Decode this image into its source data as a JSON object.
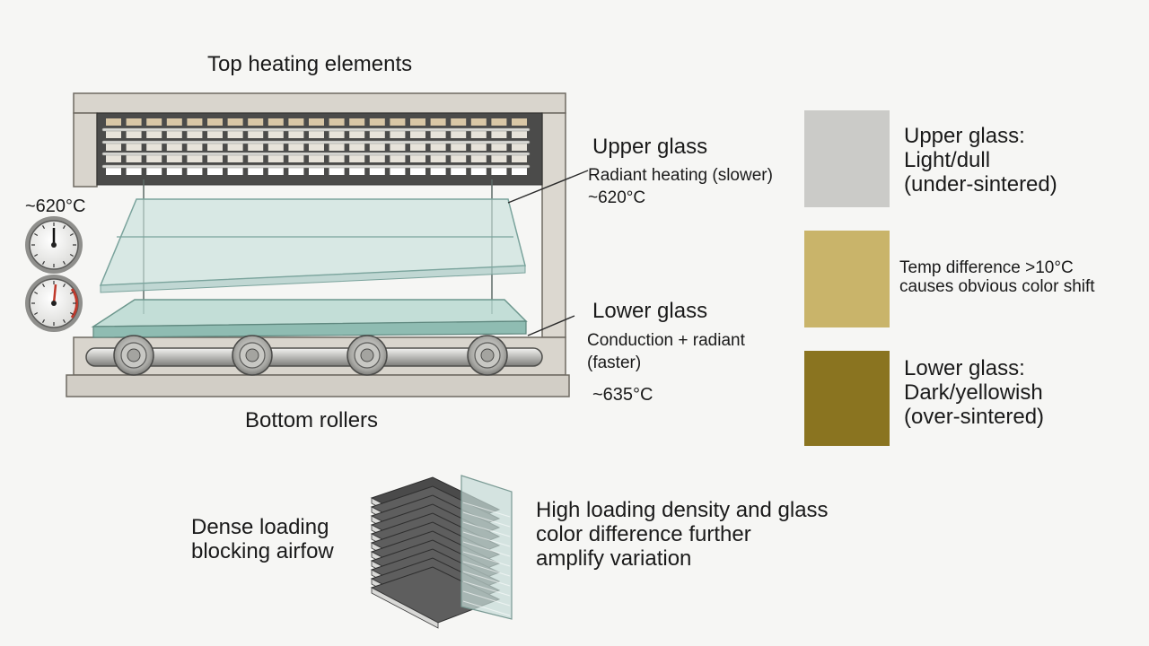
{
  "labels": {
    "top_heating": "Top heating elements",
    "bottom_rollers": "Bottom rollers",
    "temp_left": "~620°C",
    "upper_glass_title": "Upper glass",
    "upper_glass_desc": "Radiant heating (slower)",
    "upper_glass_temp": "~620°C",
    "lower_glass_title": "Lower glass",
    "lower_glass_desc_1": "Conduction + radiant",
    "lower_glass_desc_2": "(faster)",
    "lower_glass_temp": "~635°C"
  },
  "swatches": [
    {
      "lines": [
        "Upper glass:",
        "Light/dull",
        "(under-sintered)"
      ],
      "color": "#cbcbc8",
      "large": true
    },
    {
      "lines": [
        "Temp difference >10°C",
        "causes obvious color shift"
      ],
      "color": "#c9b46a",
      "large": false
    },
    {
      "lines": [
        "Lower glass:",
        "Dark/yellowish",
        "(over-sintered)"
      ],
      "color": "#8a7420",
      "large": true
    }
  ],
  "loading": {
    "left_1": "Dense loading",
    "left_2": "blocking airfow",
    "right_1": "High loading density and glass",
    "right_2": "color difference further",
    "right_3": "amplify variation"
  },
  "icons": [
    "thermometer-dial-icon",
    "thermometer-dial-icon"
  ]
}
